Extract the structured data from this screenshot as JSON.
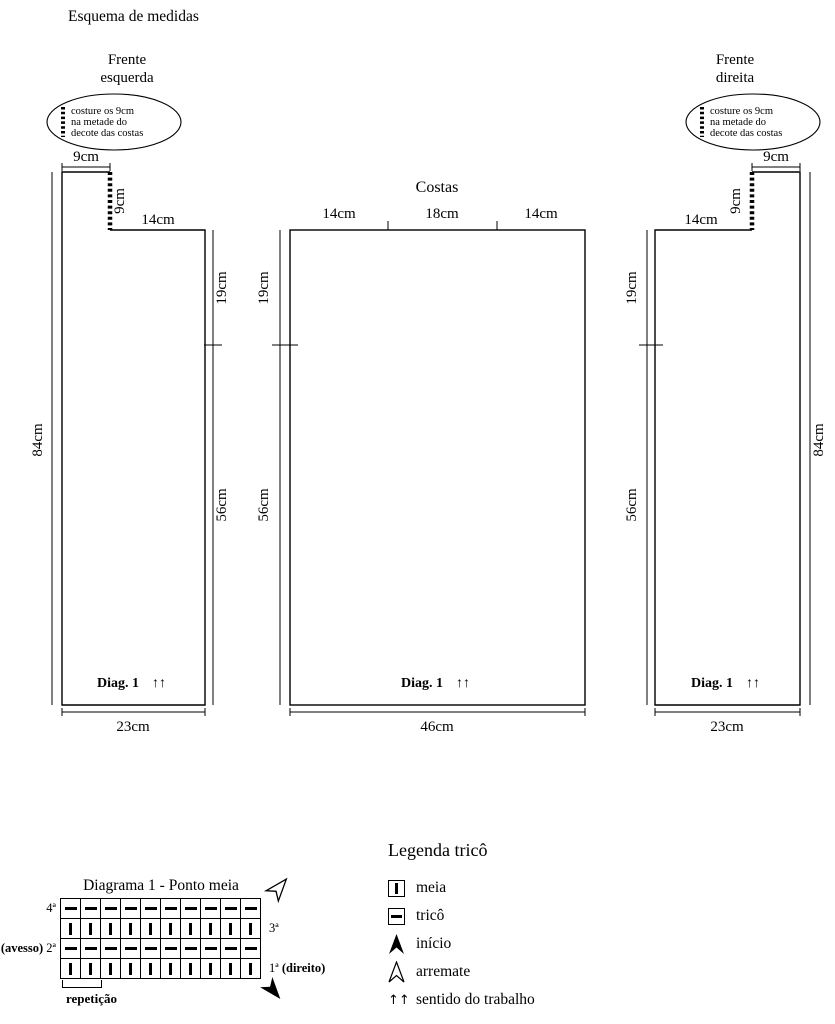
{
  "page": {
    "title": "Esquema de medidas"
  },
  "pieces": {
    "frente_esquerda": {
      "title_line1": "Frente",
      "title_line2": "esquerda",
      "callout": [
        "costure os 9cm",
        "na metade do",
        "decote das costas"
      ],
      "measurements": {
        "top_9cm": "9cm",
        "notch_9cm": "9cm",
        "top_14cm": "14cm",
        "side_19cm": "19cm",
        "side_56cm": "56cm",
        "side_84cm": "84cm",
        "bottom_23cm": "23cm"
      },
      "diag_label": "Diag. 1",
      "diag_arrows": "↑↑"
    },
    "costas": {
      "title": "Costas",
      "measurements": {
        "top_left_14cm": "14cm",
        "top_center_18cm": "18cm",
        "top_right_14cm": "14cm",
        "side_19cm": "19cm",
        "side_56cm": "56cm",
        "bottom_46cm": "46cm"
      },
      "diag_label": "Diag. 1",
      "diag_arrows": "↑↑"
    },
    "frente_direita": {
      "title_line1": "Frente",
      "title_line2": "direita",
      "callout": [
        "costure os 9cm",
        "na metade do",
        "decote das costas"
      ],
      "measurements": {
        "top_9cm": "9cm",
        "notch_9cm": "9cm",
        "top_14cm": "14cm",
        "side_19cm": "19cm",
        "side_56cm": "56cm",
        "side_84cm": "84cm",
        "bottom_23cm": "23cm"
      },
      "diag_label": "Diag. 1",
      "diag_arrows": "↑↑"
    }
  },
  "diagram1": {
    "title": "Diagrama 1 - Ponto meia",
    "rows": [
      {
        "cells": [
          "-",
          "-",
          "-",
          "-",
          "-",
          "-",
          "-",
          "-",
          "-",
          "-"
        ]
      },
      {
        "cells": [
          "|",
          "|",
          "|",
          "|",
          "|",
          "|",
          "|",
          "|",
          "|",
          "|"
        ]
      },
      {
        "cells": [
          "-",
          "-",
          "-",
          "-",
          "-",
          "-",
          "-",
          "-",
          "-",
          "-"
        ]
      },
      {
        "cells": [
          "|",
          "|",
          "|",
          "|",
          "|",
          "|",
          "|",
          "|",
          "|",
          "|"
        ]
      }
    ],
    "row_labels": {
      "r4_left": "4ª",
      "r3_right": "3ª",
      "r2_left_bold": "(avesso)",
      "r2_left": "2ª",
      "r1_right": "1ª",
      "r1_right_bold": "(direito)"
    },
    "repeat_label": "repetição"
  },
  "legend": {
    "title": "Legenda tricô",
    "items": [
      {
        "symbol": "meia-box",
        "label": "meia"
      },
      {
        "symbol": "trico-box",
        "label": "tricô"
      },
      {
        "symbol": "inicio-arrow",
        "label": "início"
      },
      {
        "symbol": "arremate-arrow",
        "label": "arremate"
      },
      {
        "symbol": "direction-arrows",
        "symbol_text": "↑↑",
        "label": "sentido do trabalho"
      }
    ]
  }
}
